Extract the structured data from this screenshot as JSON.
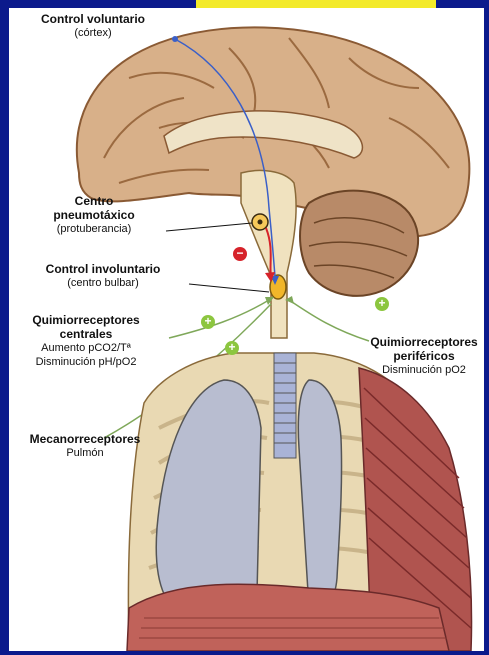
{
  "labels": {
    "control_voluntario": {
      "title": "Control voluntario",
      "sub": "(córtex)"
    },
    "centro_pneumotaxico": {
      "title1": "Centro",
      "title2": "pneumotáxico",
      "sub": "(protuberancia)"
    },
    "control_involuntario": {
      "title": "Control involuntario",
      "sub": "(centro bulbar)"
    },
    "quimio_centrales": {
      "title1": "Quimiorreceptores",
      "title2": "centrales",
      "line1": "Aumento pCO2/Tª",
      "line2": "Disminución pH/pO2"
    },
    "quimio_perifericos": {
      "title1": "Quimiorreceptores",
      "title2": "periféricos",
      "line1": "Disminución pO2"
    },
    "mecanorreceptores": {
      "title": "Mecanorreceptores",
      "sub": "Pulmón"
    }
  },
  "signs": {
    "plus": "+",
    "minus": "−"
  },
  "colors": {
    "frame": "#0b1a8c",
    "top_bar": "#f3ea2a",
    "positive": "#8cc63f",
    "negative": "#d6232a",
    "voluntary_arrow": "#3a5fc8",
    "nerve_arrow": "#7fa85a"
  },
  "icons": [
    "brain-illustration",
    "brainstem-illustration",
    "lungs-illustration",
    "ribcage-illustration",
    "plus-sign-icon",
    "minus-sign-icon"
  ]
}
